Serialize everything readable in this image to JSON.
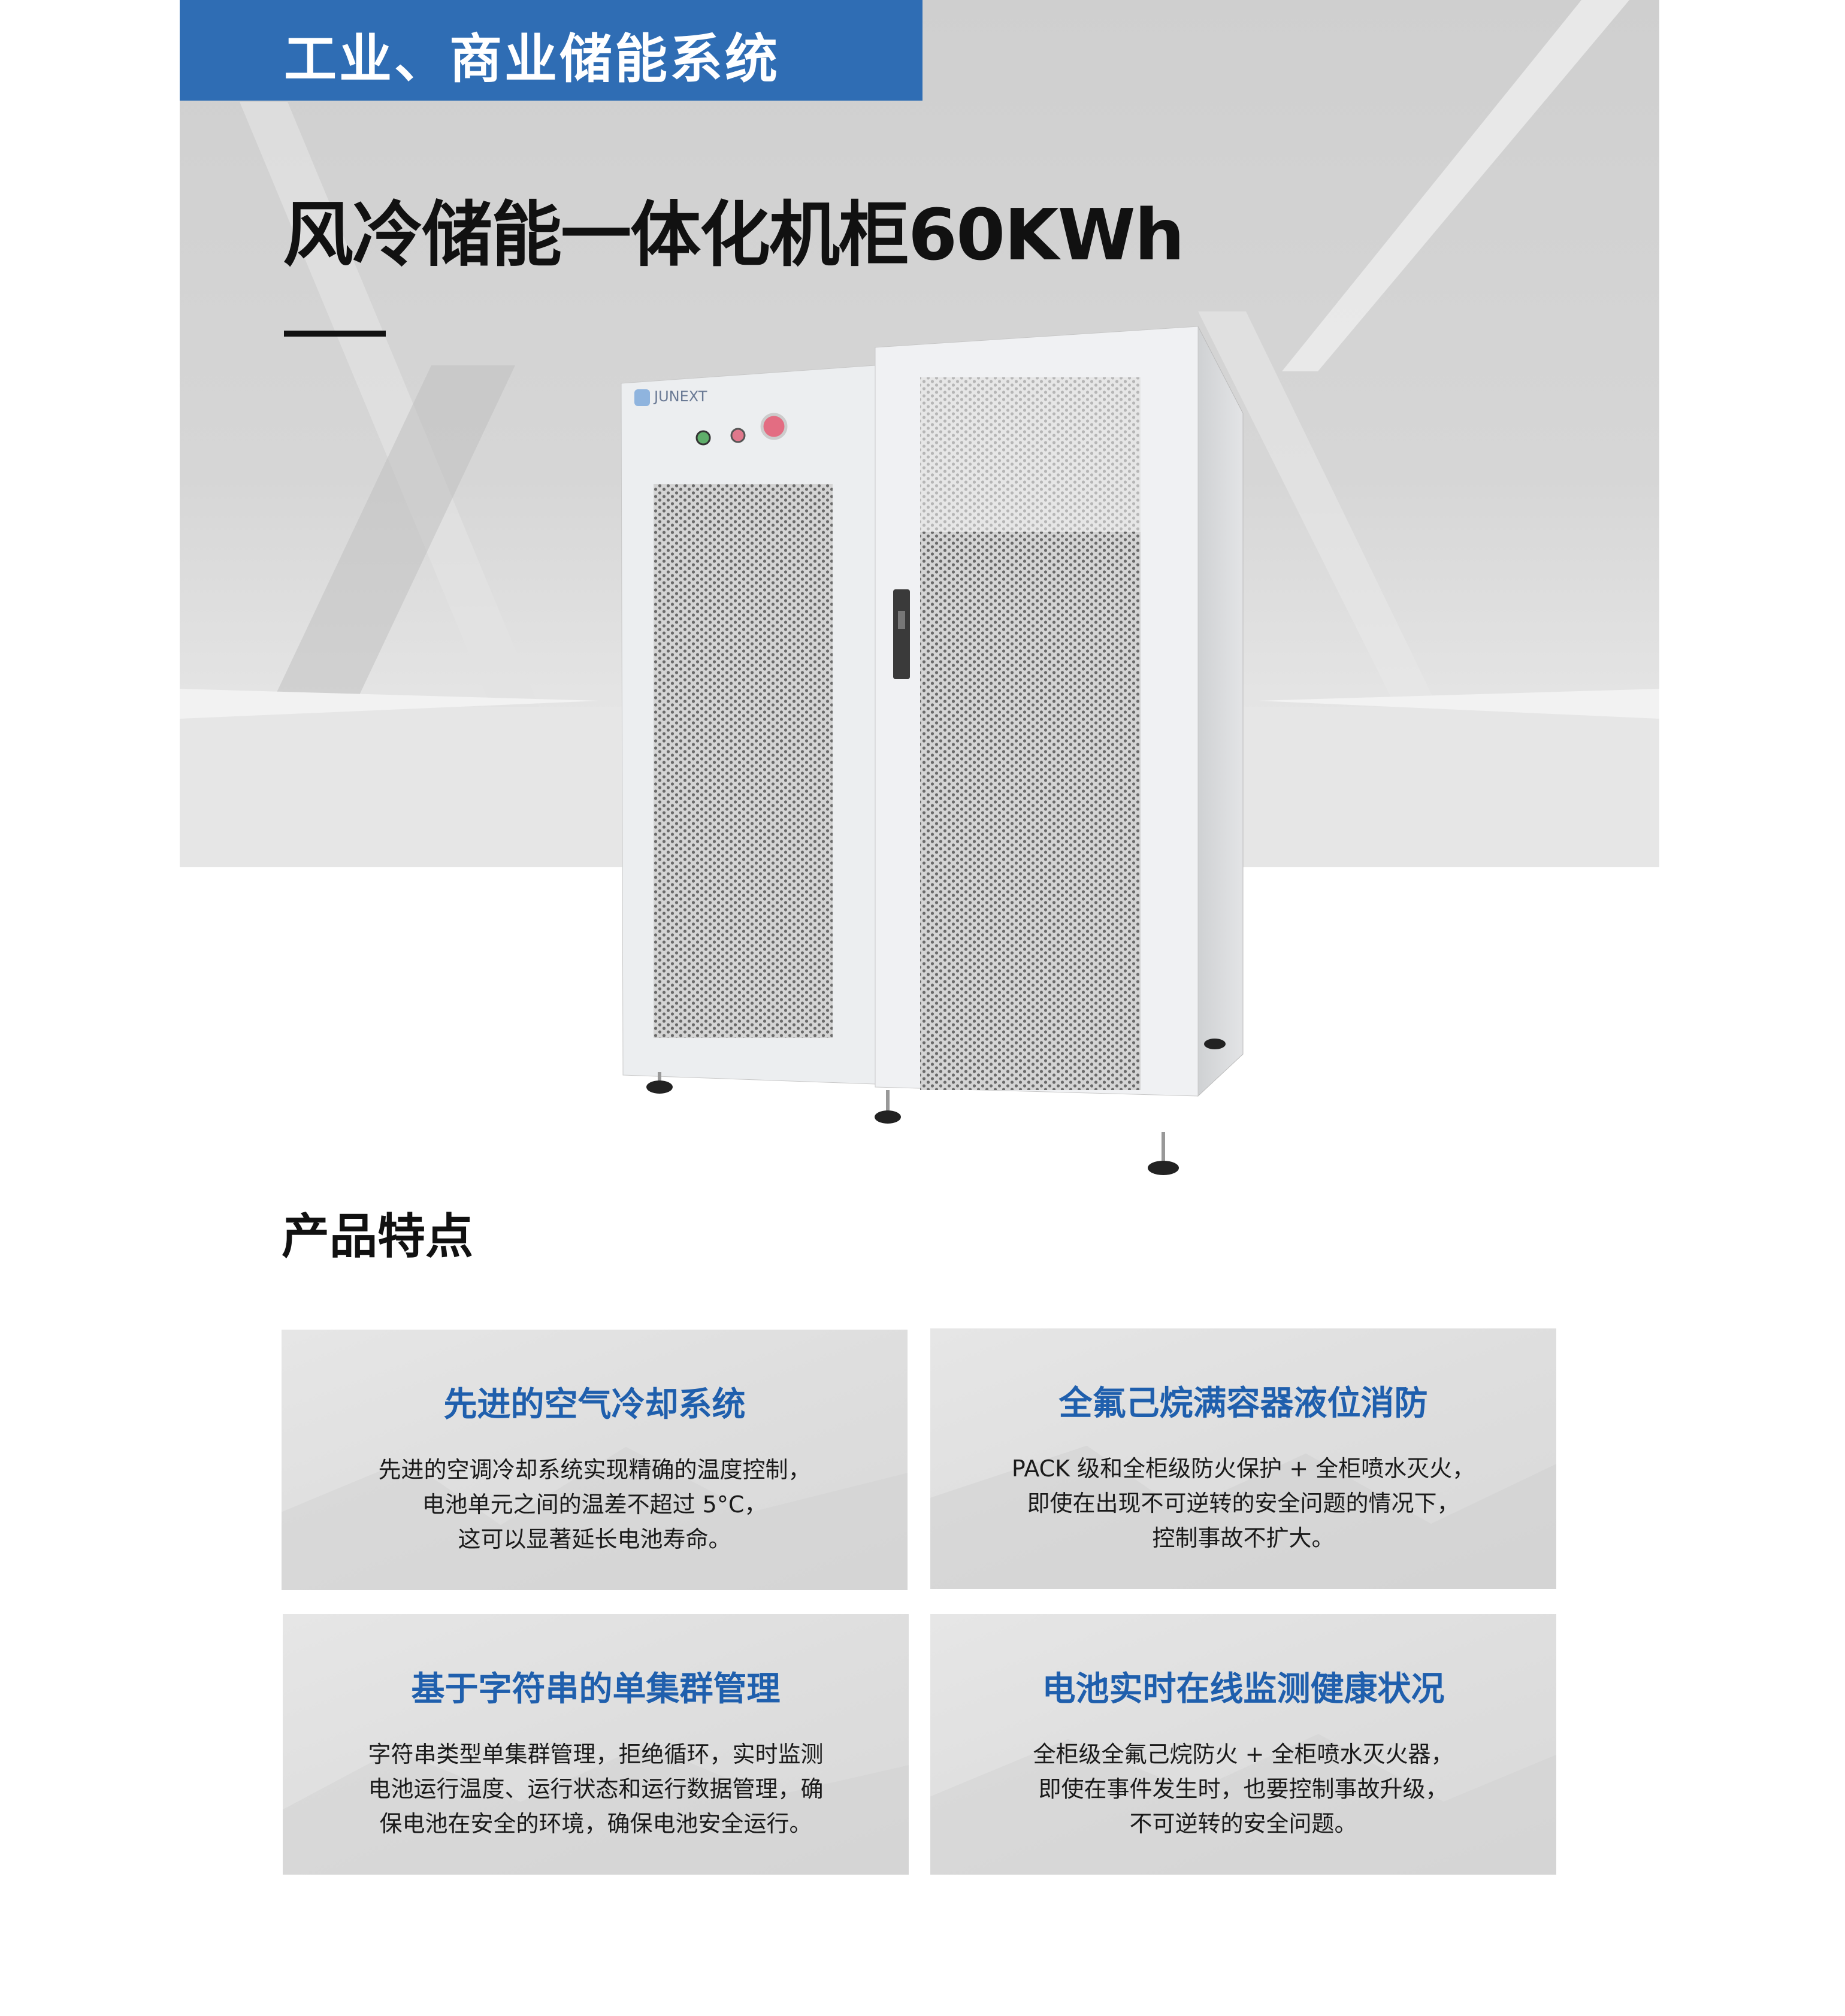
{
  "header": {
    "category": "工业、商业储能系统",
    "title": "风冷储能一体化机柜60KWh"
  },
  "product": {
    "brand_logo": "JUNEXT"
  },
  "features": {
    "heading": "产品特点",
    "cards": [
      {
        "title": "先进的空气冷却系统",
        "lines": [
          "先进的空调冷却系统实现精确的温度控制，",
          "电池单元之间的温差不超过 5°C，",
          "这可以显著延长电池寿命。"
        ]
      },
      {
        "title": "全氟己烷满容器液位消防",
        "lines": [
          "PACK 级和全柜级防火保护 + 全柜喷水灭火，",
          "即使在出现不可逆转的安全问题的情况下，",
          "控制事故不扩大。"
        ]
      },
      {
        "title": "基于字符串的单集群管理",
        "lines": [
          "字符串类型单集群管理，拒绝循环，实时监测",
          "电池运行温度、运行状态和运行数据管理，确",
          "保电池在安全的环境，确保电池安全运行。"
        ]
      },
      {
        "title": "电池实时在线监测健康状况",
        "lines": [
          "全柜级全氟己烷防火 + 全柜喷水灭火器，",
          "即使在事件发生时，也要控制事故升级，",
          "不可逆转的安全问题。"
        ]
      }
    ]
  },
  "colors": {
    "brand_blue": "#2f6db4",
    "title_blue": "#1f5fad"
  }
}
